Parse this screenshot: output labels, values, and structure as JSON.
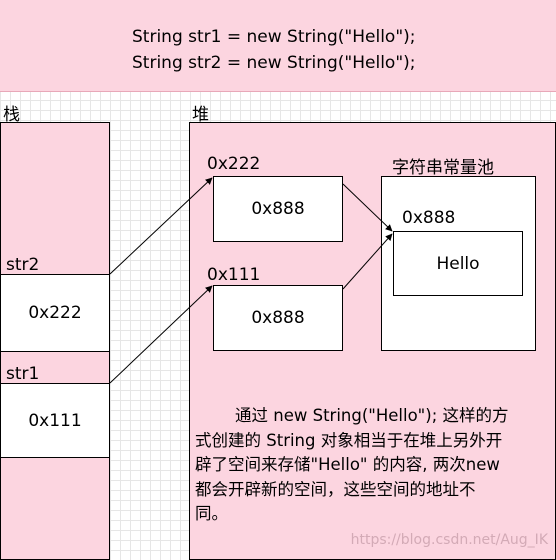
{
  "code": {
    "line1": "String str1  = new String(\"Hello\");",
    "line2": "String str2  = new String(\"Hello\");"
  },
  "stack": {
    "label": "栈",
    "str2": {
      "name": "str2",
      "value": "0x222"
    },
    "str1": {
      "name": "str1",
      "value": "0x111"
    }
  },
  "heap": {
    "label": "堆",
    "obj_top": {
      "address": "0x222",
      "value": "0x888"
    },
    "obj_bottom": {
      "address": "0x111",
      "value": "0x888"
    },
    "pool": {
      "label": "字符串常量池",
      "address": "0x888",
      "value": "Hello"
    },
    "note_lines": [
      "通过 new String(\"Hello\"); 这样的方",
      "式创建的 String 对象相当于在堆上另外开",
      "辟了空间来存储\"Hello\" 的内容, 两次new",
      "都会开辟新的空间，这些空间的地址不",
      "同。"
    ]
  },
  "watermark": "https://blog.csdn.net/Aug_IK"
}
